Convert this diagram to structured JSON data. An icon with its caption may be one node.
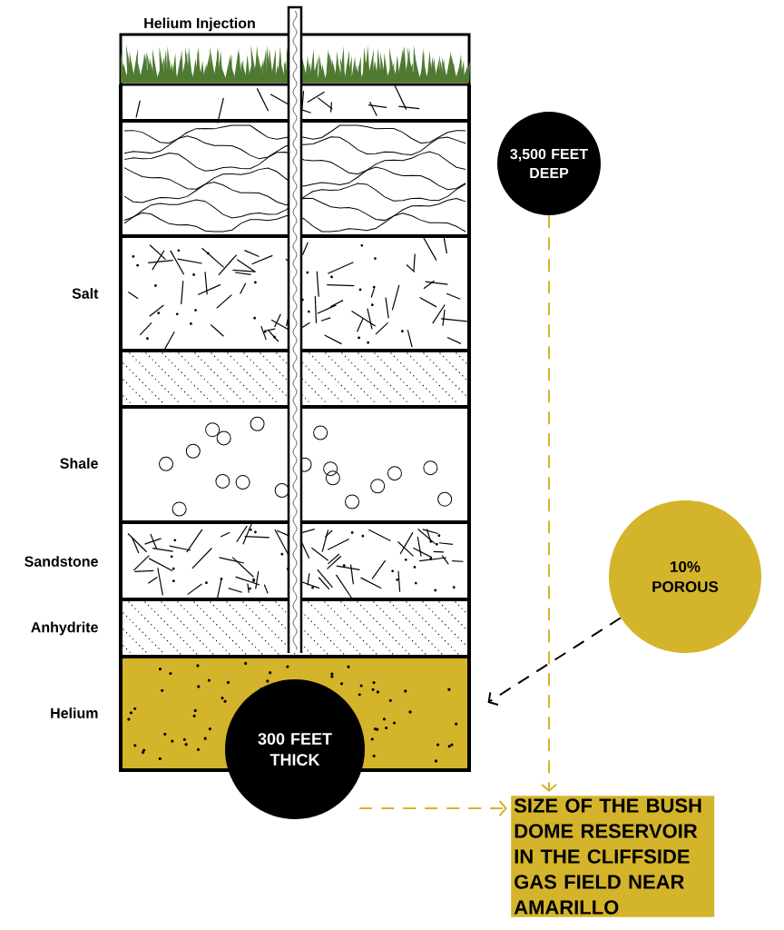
{
  "diagram": {
    "nodes": [
      {
        "text": [
          "3,500 FEET DEEP"
        ]
      },
      {
        "text": [
          "10% POROUS"
        ]
      },
      {
        "text": [
          "300 FEET THICK"
        ]
      },
      {
        "text": [
          "SIZE OF THE BUSH DOME RESERVOIR IN THE CLIFFSIDE GAS FIELD NEAR AMARILLO"
        ]
      },
      {
        "text": [],
        "shape": "box"
      }
    ],
    "edges": [
      {
        "from": 0,
        "to": 3,
        "arrow": "to",
        "style": "dashed"
      },
      {
        "from": 1,
        "to": 4,
        "arrow": "to",
        "style": "dashed",
        "color": "#000000"
      },
      {
        "from": 2,
        "to": 3,
        "arrow": "to",
        "style": "dashed"
      }
    ],
    "labels": [
      "Helium Injection",
      "Salt",
      "Shale",
      "Sandstone",
      "Anhydrite",
      "Helium"
    ]
  }
}
